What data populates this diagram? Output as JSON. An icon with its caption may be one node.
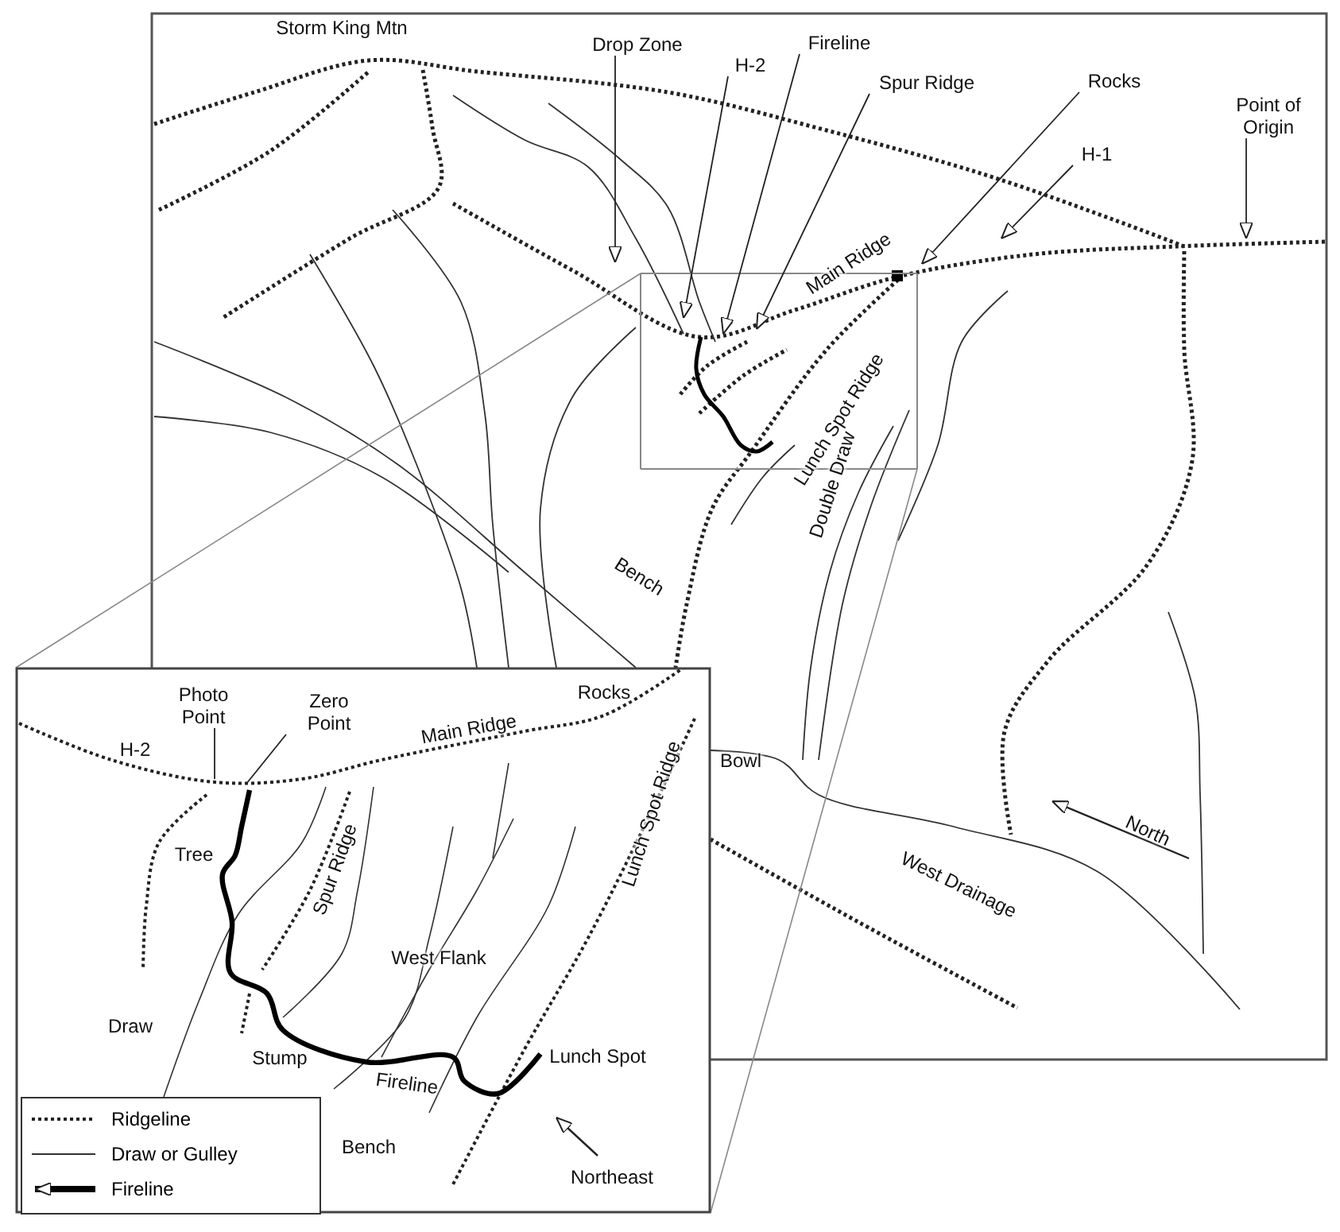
{
  "diagram": {
    "nodes": [
      {
        "text": [
          "Drop Zone"
        ]
      },
      {
        "text": [
          "H-2"
        ]
      },
      {
        "text": [
          "Fireline"
        ]
      },
      {
        "text": [
          "Spur Ridge"
        ]
      },
      {
        "text": [
          "Rocks"
        ]
      },
      {
        "text": [
          "H-1"
        ]
      },
      {
        "text": [
          "Point of Origin"
        ]
      },
      {
        "text": [
          "Photo Point"
        ]
      },
      {
        "text": [
          "Zero Point"
        ]
      }
    ],
    "edges": [
      {
        "from": 0,
        "to": null,
        "arrow": "to"
      },
      {
        "from": 1,
        "to": null,
        "arrow": "to"
      },
      {
        "from": 2,
        "to": null,
        "arrow": "to"
      },
      {
        "from": 3,
        "to": null,
        "arrow": "to"
      },
      {
        "from": 4,
        "to": null,
        "arrow": "to"
      },
      {
        "from": 5,
        "to": null,
        "arrow": "to"
      },
      {
        "from": 6,
        "to": null,
        "arrow": "to"
      },
      {
        "from": 7,
        "to": null,
        "arrow": "none"
      },
      {
        "from": 8,
        "to": null,
        "arrow": "none"
      }
    ],
    "labels": [
      "Storm King Mtn",
      "Main Ridge",
      "Lunch Spot Ridge",
      "Bench",
      "Double Draw",
      "Bowl",
      "West Drainage",
      "North",
      "H-2",
      "Main Ridge",
      "Rocks",
      "Lunch Spot Ridge",
      "Tree",
      "Spur Ridge",
      "West Flank",
      "Draw",
      "Stump",
      "Fireline",
      "Lunch Spot",
      "Bench",
      "Northeast"
    ],
    "legend": [
      {
        "text": "Ridgeline"
      },
      {
        "text": "Draw or Gulley"
      },
      {
        "text": "Fireline"
      }
    ]
  }
}
